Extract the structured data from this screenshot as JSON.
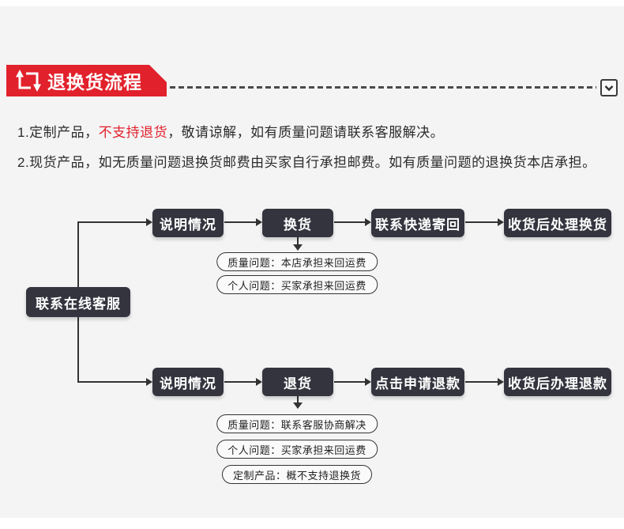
{
  "header": {
    "title": "退换货流程",
    "colors": {
      "accent": "#e1212b",
      "node": "#33343e",
      "line": "#333333",
      "background": "#f4f4f5"
    }
  },
  "notices": {
    "line1": {
      "prefix": "1.定制产品，",
      "highlight": "不支持退货",
      "suffix": "，敬请谅解，如有质量问题请联系客服解决。"
    },
    "line2": "2.现货产品，如无质量问题退换货邮费由买家自行承担邮费。如有质量问题的退换货本店承担。"
  },
  "flowchart": {
    "start_label": "联系在线客服",
    "exchange_branch": {
      "steps": [
        "说明情况",
        "换货",
        "联系快递寄回",
        "收货后处理换货"
      ],
      "notes": [
        "质量问题：本店承担来回运费",
        "个人问题：买家承担来回运费"
      ]
    },
    "refund_branch": {
      "steps": [
        "说明情况",
        "退货",
        "点击申请退款",
        "收货后办理退款"
      ],
      "notes": [
        "质量问题：联系客服协商解决",
        "个人问题：买家承担来回运费",
        "定制产品：概不支持退换货"
      ]
    }
  }
}
